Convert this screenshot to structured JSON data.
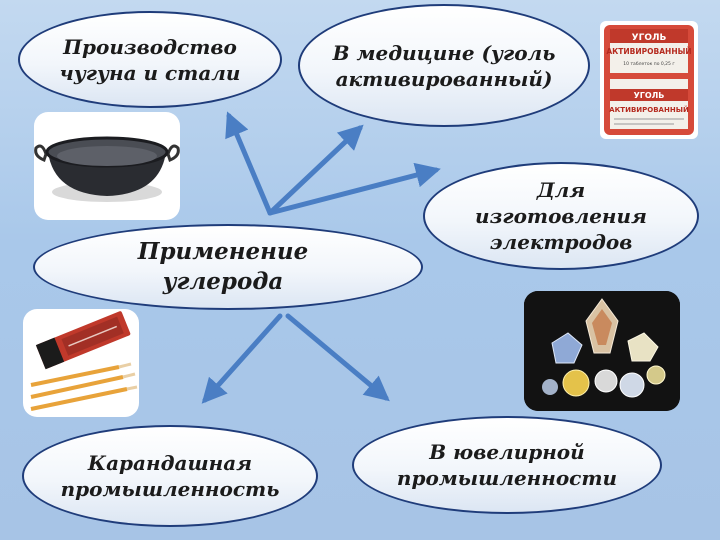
{
  "diagram": {
    "center": {
      "label": "Применение\nуглерода"
    },
    "branches": [
      {
        "id": "steel",
        "label": "Производство\nчугуна и стали",
        "image": "frying-pan"
      },
      {
        "id": "medicine",
        "label": "В медицине (уголь\nактивированный)",
        "image": "activated-carbon-pack"
      },
      {
        "id": "electrodes",
        "label": "Для\nизготовления\nэлектродов"
      },
      {
        "id": "pencils",
        "label": "Карандашная\nпромышленность",
        "image": "pencils"
      },
      {
        "id": "jewelry",
        "label": "В ювелирной\nпромышленности",
        "image": "gemstones"
      }
    ],
    "package_text": {
      "brand_line1": "УГОЛЬ",
      "brand_line2": "АКТИВИРОВАННЫЙ",
      "dose": "10 таблеток по 0,25 г"
    }
  },
  "colors": {
    "arrow": "#4a7ec4",
    "bubble_border": "#1f3c7a",
    "background": "#b6cfeb"
  }
}
